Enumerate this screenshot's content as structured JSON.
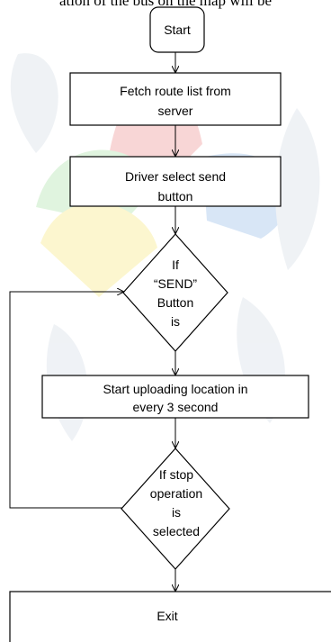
{
  "page_header": "ation of the bus on the map will be",
  "nodes": {
    "start": "Start",
    "fetch": [
      "Fetch route list from",
      "server"
    ],
    "driver": [
      "Driver select send",
      "button"
    ],
    "if_send": [
      "If",
      "“SEND”",
      "Button",
      "is"
    ],
    "upload": [
      "Start uploading location in",
      "every 3 second"
    ],
    "if_stop": [
      "If stop",
      "operation",
      "is",
      "selected"
    ],
    "exit": "Exit"
  },
  "colors": {
    "stroke": "#000000",
    "watermark_red": "#f4b6b6",
    "watermark_green": "#c8ecc6",
    "watermark_blue": "#b9d3f0",
    "watermark_yellow": "#fbf0a8",
    "watermark_gray": "#e2e8ee"
  }
}
